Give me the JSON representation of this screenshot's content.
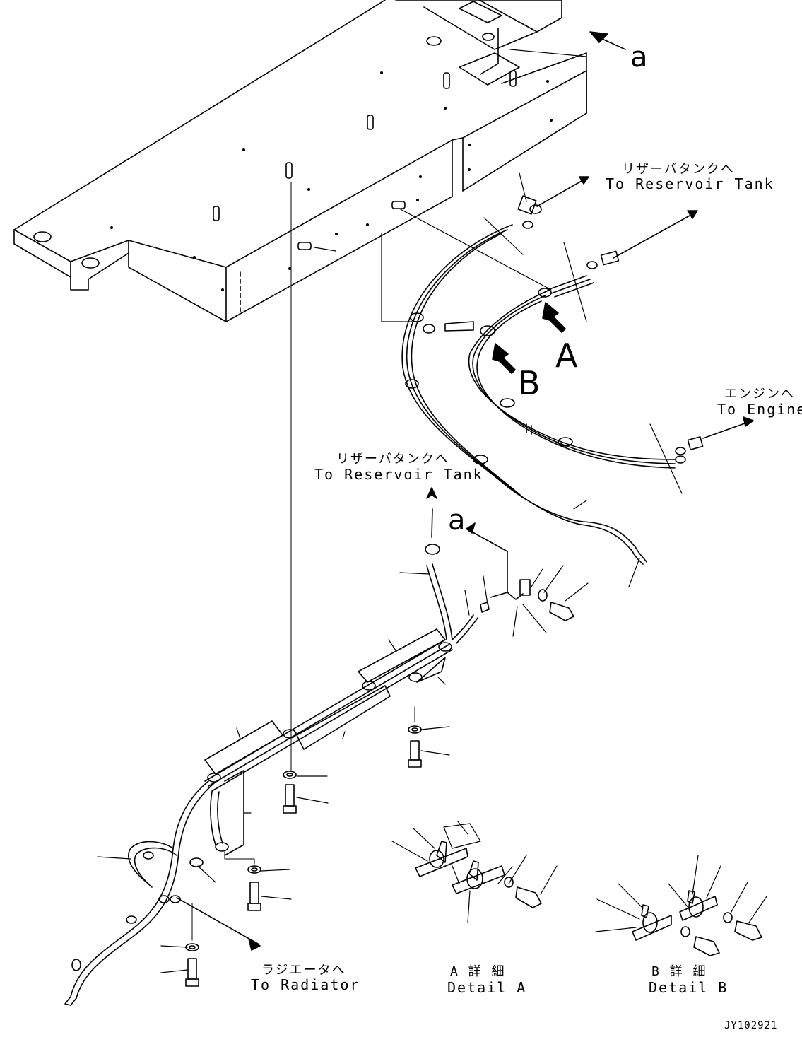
{
  "labels": {
    "reservoir_top_jp": "リザーバタンクへ",
    "reservoir_top_en": "To Reservoir Tank",
    "engine_jp": "エンジンへ",
    "engine_en": "To Engine",
    "reservoir_mid_jp": "リザーバタンクへ",
    "reservoir_mid_en": "To Reservoir Tank",
    "radiator_jp": "ラジエータへ",
    "radiator_en": "To Radiator",
    "detail_a_jp": "A 詳 細",
    "detail_a_en": "Detail A",
    "detail_b_jp": "B 詳 細",
    "detail_b_en": "Detail B",
    "callout_a_top": "a",
    "callout_a_mid": "a",
    "view_a": "A",
    "view_b": "B",
    "drawing_code": "JY102921"
  }
}
